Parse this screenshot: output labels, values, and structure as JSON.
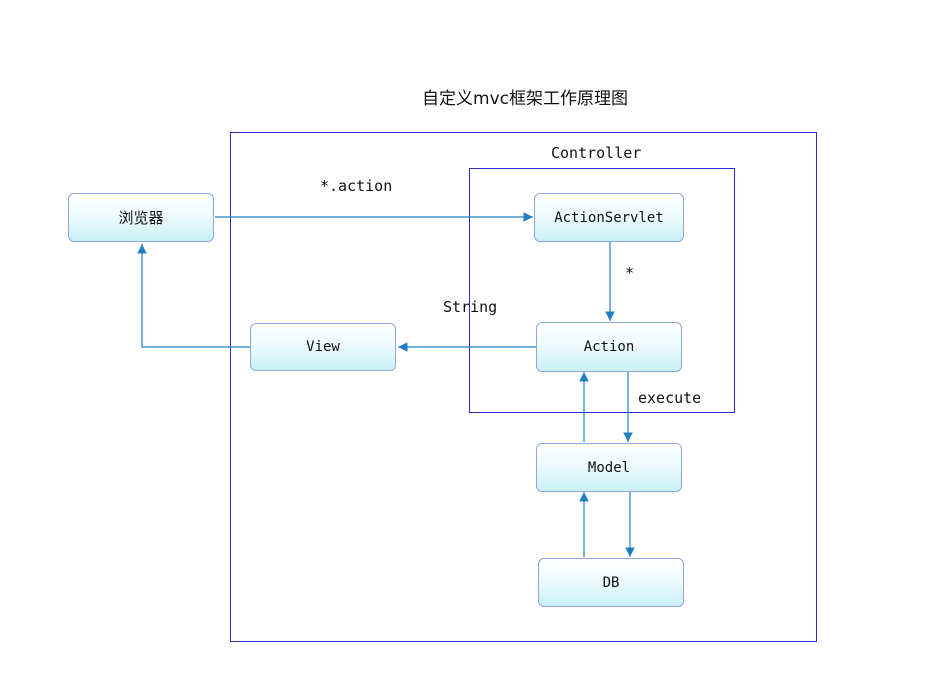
{
  "diagram": {
    "title": "自定义mvc框架工作原理图",
    "controller_label": "Controller",
    "nodes": {
      "browser": "浏览器",
      "action_servlet": "ActionServlet",
      "action": "Action",
      "view": "View",
      "model": "Model",
      "db": "DB"
    },
    "edge_labels": {
      "request": "*.action",
      "dispatch": "*",
      "result": "String",
      "execute": "execute"
    }
  },
  "colors": {
    "frame": "#2b2bd6",
    "arrow": "#1f7fc0",
    "node_border": "#8fa6df"
  }
}
